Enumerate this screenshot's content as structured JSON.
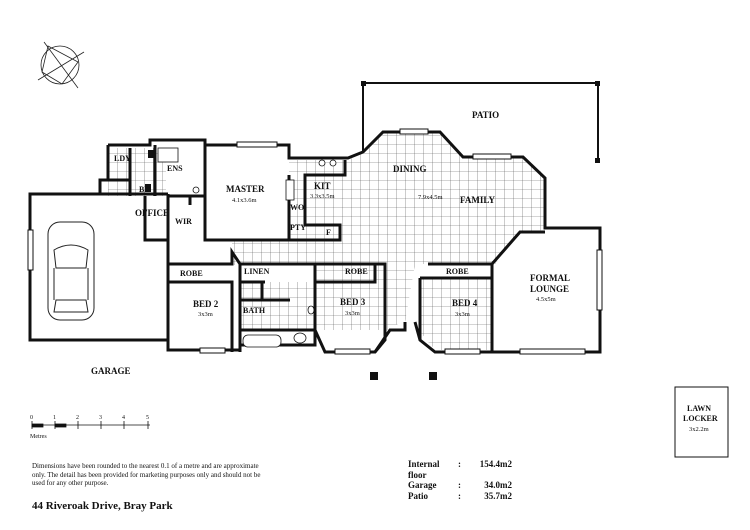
{
  "rooms": {
    "patio": "PATIO",
    "ldy": "LDY",
    "ens": "ENS",
    "br": "BR",
    "master": "MASTER",
    "master_dim": "4.1x3.6m",
    "kit": "KIT",
    "kit_dim": "3.3x3.5m",
    "dining": "DINING",
    "family": "FAMILY",
    "dining_family_dim": "7.9x4.5m",
    "wo": "WO",
    "pty": "PTY",
    "f": "F",
    "office": "OFFICE",
    "wir": "WIR",
    "robe": "ROBE",
    "linen": "LINEN",
    "bed2": "BED 2",
    "bed2_dim": "3x3m",
    "bed3": "BED 3",
    "bed3_dim": "3x3m",
    "bed4": "BED 4",
    "bed4_dim": "3x3m",
    "bath": "BATH",
    "formal_lounge_1": "FORMAL",
    "formal_lounge_2": "LOUNGE",
    "formal_lounge_dim": "4.5x5m",
    "garage": "GARAGE",
    "lawn_locker_1": "LAWN",
    "lawn_locker_2": "LOCKER",
    "lawn_locker_dim": "3x2.2m"
  },
  "scale": {
    "ticks": [
      "0",
      "1",
      "2",
      "3",
      "4",
      "5"
    ],
    "unit": "Metres"
  },
  "disclaimer": "Dimensions have been rounded to the nearest 0.1 of a metre and are approximate only.  The detail has been provided for marketing purposes only and should not be used for any other purpose.",
  "areas": [
    {
      "label": "Internal floor",
      "sep": ":",
      "value": "154.4m2"
    },
    {
      "label": "Garage",
      "sep": ":",
      "value": "34.0m2"
    },
    {
      "label": "Patio",
      "sep": ":",
      "value": "35.7m2"
    }
  ],
  "address": "44 Riveroak Drive, Bray Park"
}
